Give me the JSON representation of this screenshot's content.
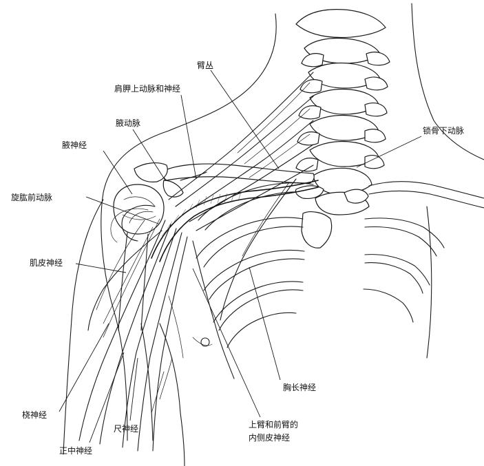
{
  "labels": {
    "brachial_plexus": "臂丛",
    "suprascapular_artery_nerve": "肩胛上动脉和神经",
    "axillary_artery": "腋动脉",
    "axillary_nerve": "腋神经",
    "subclavian_artery": "锁骨下动脉",
    "anterior_circumflex_humeral_artery": "旋肱前动脉",
    "musculocutaneous_nerve": "肌皮神经",
    "long_thoracic_nerve": "胸长神经",
    "medial_cutaneous_line1": "上臂和前臂的",
    "medial_cutaneous_line2": "内侧皮神经",
    "radial_nerve": "桡神经",
    "ulnar_nerve": "尺神经",
    "median_nerve": "正中神经"
  }
}
